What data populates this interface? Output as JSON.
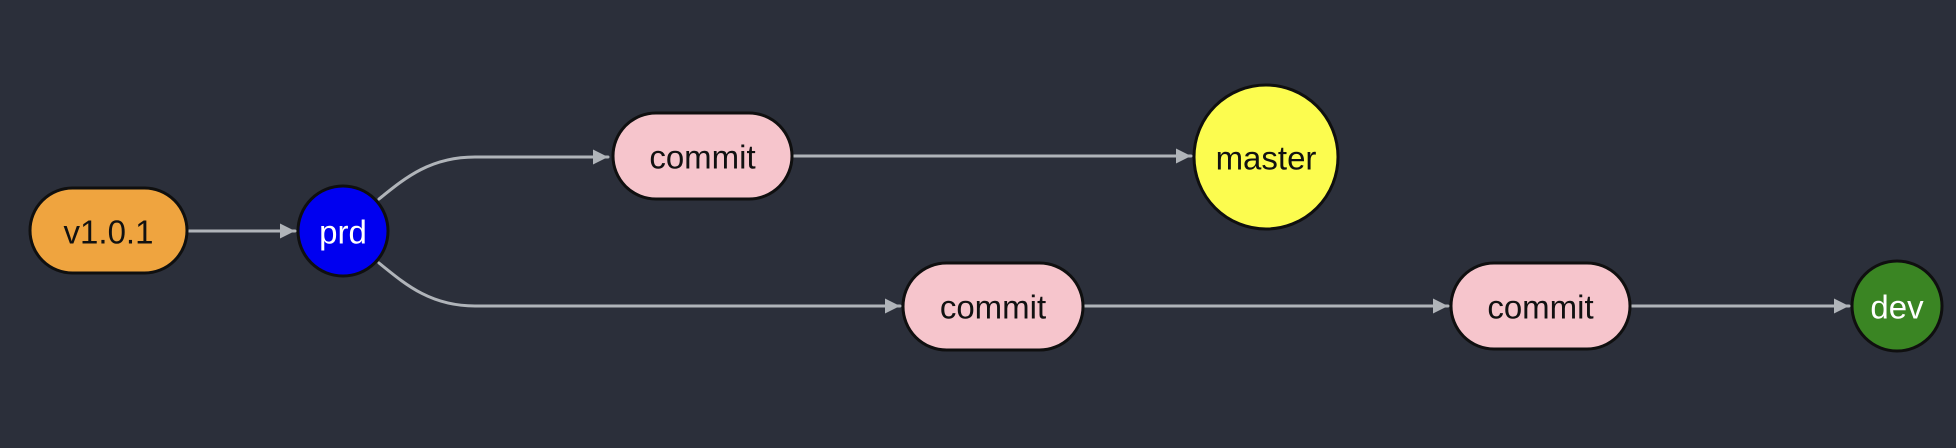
{
  "diagram": {
    "type": "git-branch-flowchart",
    "background": "#2b2f3a",
    "edge_color": "#b0b4b9",
    "nodes": [
      {
        "id": "tag-v101",
        "label": "v1.0.1",
        "shape": "stadium",
        "fill": "#efa43f",
        "text_color": "#111111"
      },
      {
        "id": "prd",
        "label": "prd",
        "shape": "circle",
        "fill": "#0000f0",
        "text_color": "#ffffff"
      },
      {
        "id": "commit-top",
        "label": "commit",
        "shape": "stadium",
        "fill": "#f6c5cc",
        "text_color": "#111111"
      },
      {
        "id": "master",
        "label": "master",
        "shape": "circle",
        "fill": "#fcfc4f",
        "text_color": "#111111"
      },
      {
        "id": "commit-bottom-1",
        "label": "commit",
        "shape": "stadium",
        "fill": "#f6c5cc",
        "text_color": "#111111"
      },
      {
        "id": "commit-bottom-2",
        "label": "commit",
        "shape": "stadium",
        "fill": "#f6c5cc",
        "text_color": "#111111"
      },
      {
        "id": "dev",
        "label": "dev",
        "shape": "circle",
        "fill": "#3a8523",
        "text_color": "#ffffff"
      }
    ],
    "edges": [
      {
        "from": "tag-v101",
        "to": "prd"
      },
      {
        "from": "prd",
        "to": "commit-top"
      },
      {
        "from": "commit-top",
        "to": "master"
      },
      {
        "from": "prd",
        "to": "commit-bottom-1"
      },
      {
        "from": "commit-bottom-1",
        "to": "commit-bottom-2"
      },
      {
        "from": "commit-bottom-2",
        "to": "dev"
      }
    ]
  }
}
